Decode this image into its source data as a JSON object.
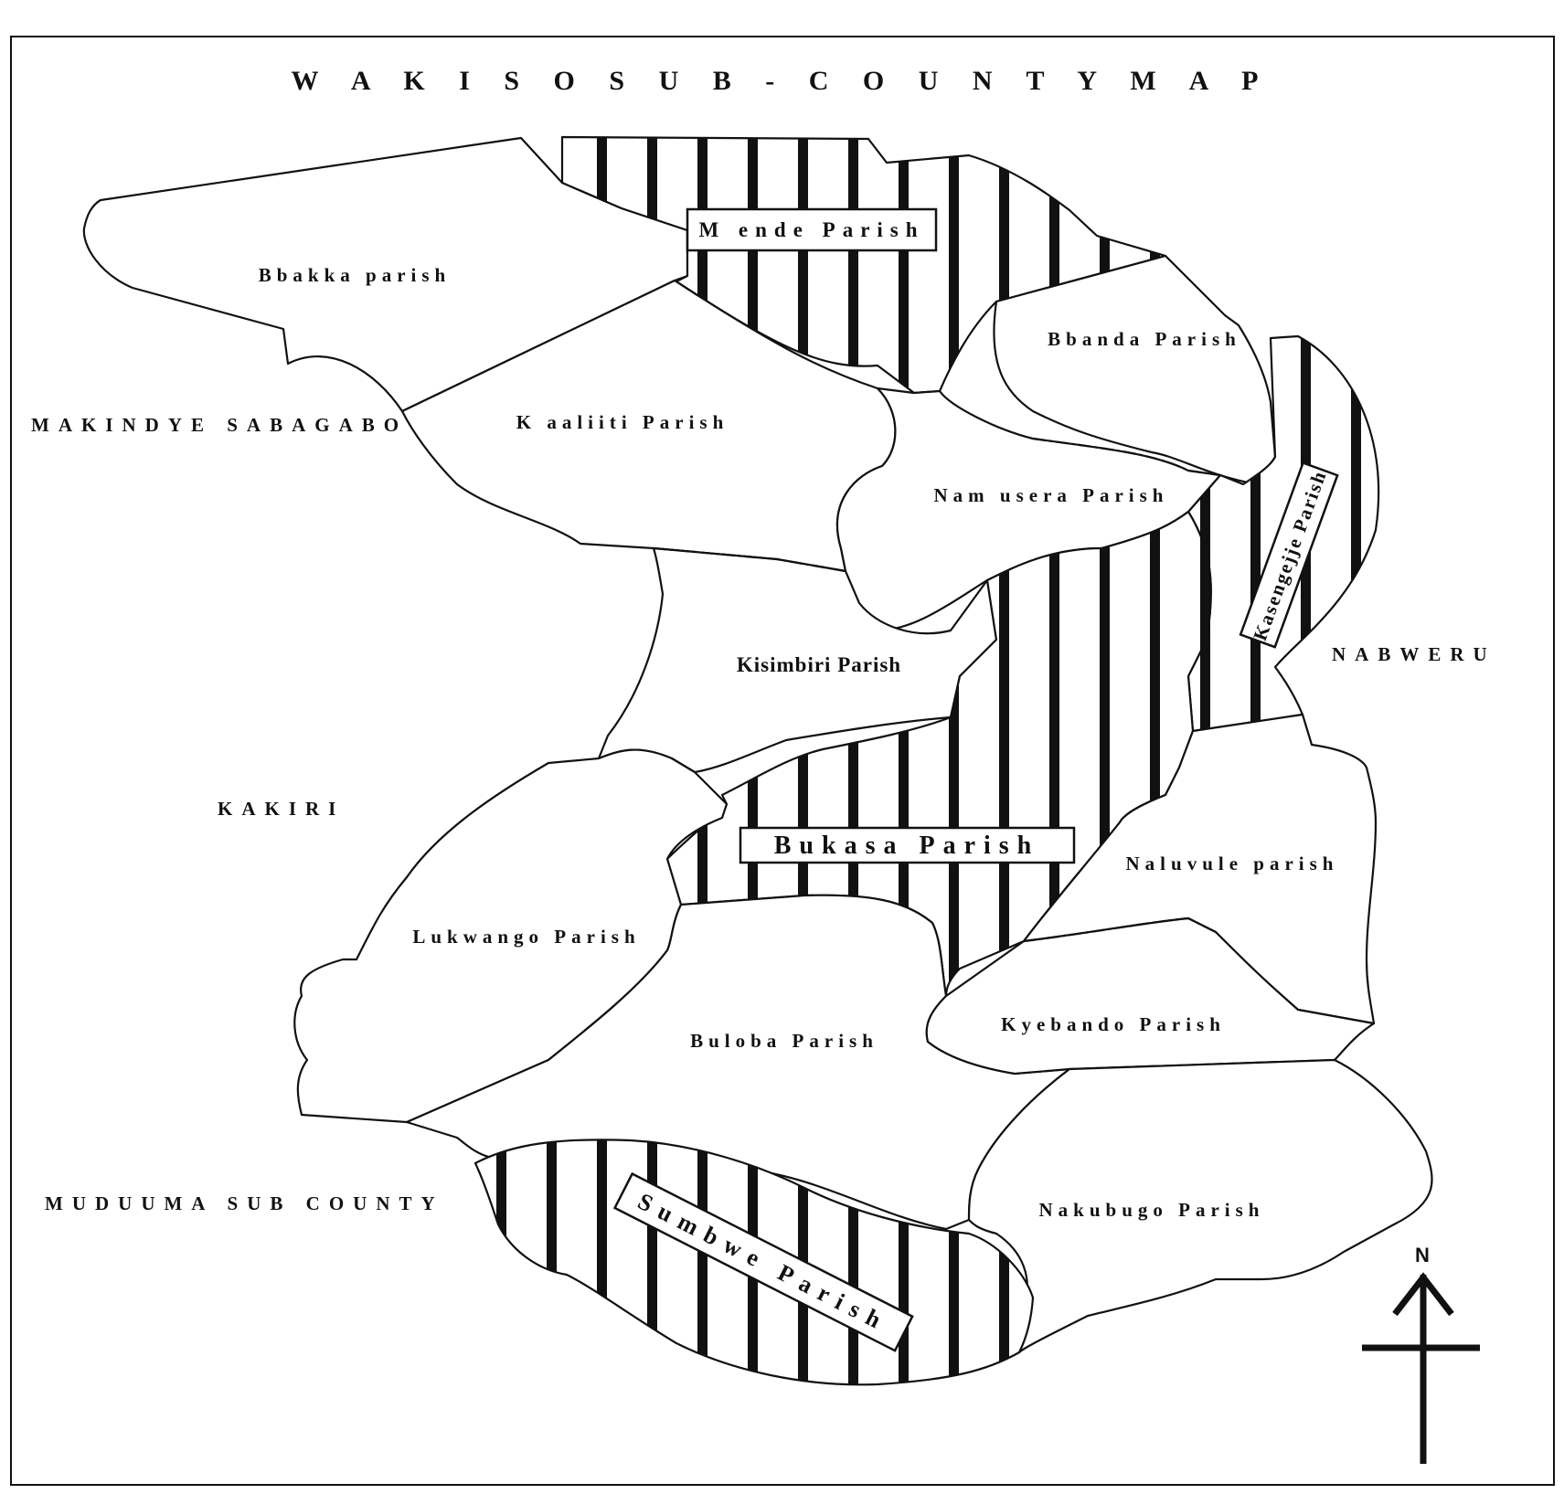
{
  "title": "W A K I S O  S U B - C O U N T Y  M A P",
  "parishes": {
    "bbakka": "Bbakka parish",
    "mende": "M ende Parish",
    "kaaliiti": "K aaliiti Parish",
    "bbanda": "Bbanda Parish",
    "namusera": "Nam usera Parish",
    "kasengejje": "Kasengejje Parish",
    "kisimbiri": "Kisimbiri Parish",
    "bukasa": "Bukasa Parish",
    "naluvule": "Naluvule parish",
    "lukwango": "Lukwango Parish",
    "buloba": "Buloba Parish",
    "kyebando": "Kyebando Parish",
    "nakubugo": "Nakubugo Parish",
    "sumbwe": "Sumbwe Parish"
  },
  "neighbors": {
    "makindye": "MAKINDYE SABAGABO",
    "kakiri": "KAKIRI",
    "nabweru": "NABWERU",
    "muduuma": "MUDUUMA SUB COUNTY"
  },
  "north_label": "N",
  "highlighted_parishes": [
    "Mende Parish",
    "Kasengejje Parish",
    "Bukasa Parish",
    "Sumbwe Parish"
  ],
  "colors": {
    "line": "#111111",
    "background": "#ffffff",
    "hatch": "#111111"
  }
}
